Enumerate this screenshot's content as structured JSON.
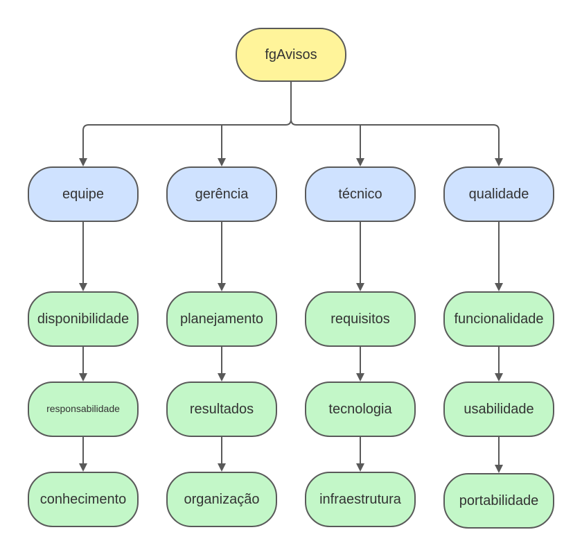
{
  "diagram": {
    "colors": {
      "root_fill": "#fff49a",
      "category_fill": "#cfe2ff",
      "leaf_fill": "#c3f7c8",
      "border": "#595959",
      "connector": "#595959",
      "text": "#333333"
    },
    "root": {
      "label": "fgAvisos"
    },
    "columns": [
      {
        "category": "equipe",
        "children": [
          "disponibilidade",
          "responsabilidade",
          "conhecimento"
        ]
      },
      {
        "category": "gerência",
        "children": [
          "planejamento",
          "resultados",
          "organização"
        ]
      },
      {
        "category": "técnico",
        "children": [
          "requisitos",
          "tecnologia",
          "infraestrutura"
        ]
      },
      {
        "category": "qualidade",
        "children": [
          "funcionalidade",
          "usabilidade",
          "portabilidade"
        ]
      }
    ]
  }
}
